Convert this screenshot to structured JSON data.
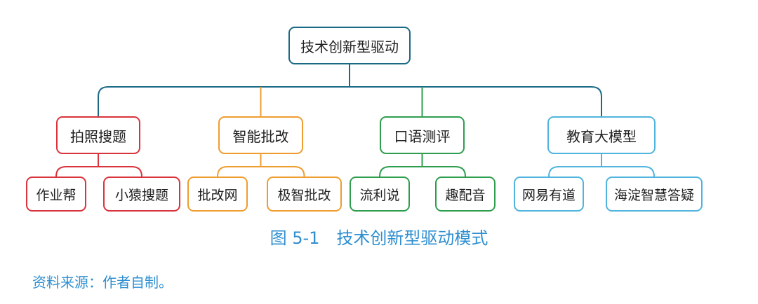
{
  "colors": {
    "root": "#1a6a86",
    "red": "#d9343c",
    "orange": "#ef9d2f",
    "green": "#2e9e4e",
    "blue": "#4fb4de",
    "caption": "#2f8fd0"
  },
  "diagram": {
    "root": {
      "label": "技术创新型驱动"
    },
    "branches": [
      {
        "label": "拍照搜题",
        "color": "red",
        "children": [
          {
            "label": "作业帮"
          },
          {
            "label": "小猿搜题"
          }
        ]
      },
      {
        "label": "智能批改",
        "color": "orange",
        "children": [
          {
            "label": "批改网"
          },
          {
            "label": "极智批改"
          }
        ]
      },
      {
        "label": "口语测评",
        "color": "green",
        "children": [
          {
            "label": "流利说"
          },
          {
            "label": "趣配音"
          }
        ]
      },
      {
        "label": "教育大模型",
        "color": "blue",
        "children": [
          {
            "label": "网易有道"
          },
          {
            "label": "海淀智慧答疑"
          }
        ]
      }
    ]
  },
  "caption": "图 5-1　技术创新型驱动模式",
  "source": "资料来源：作者自制。"
}
